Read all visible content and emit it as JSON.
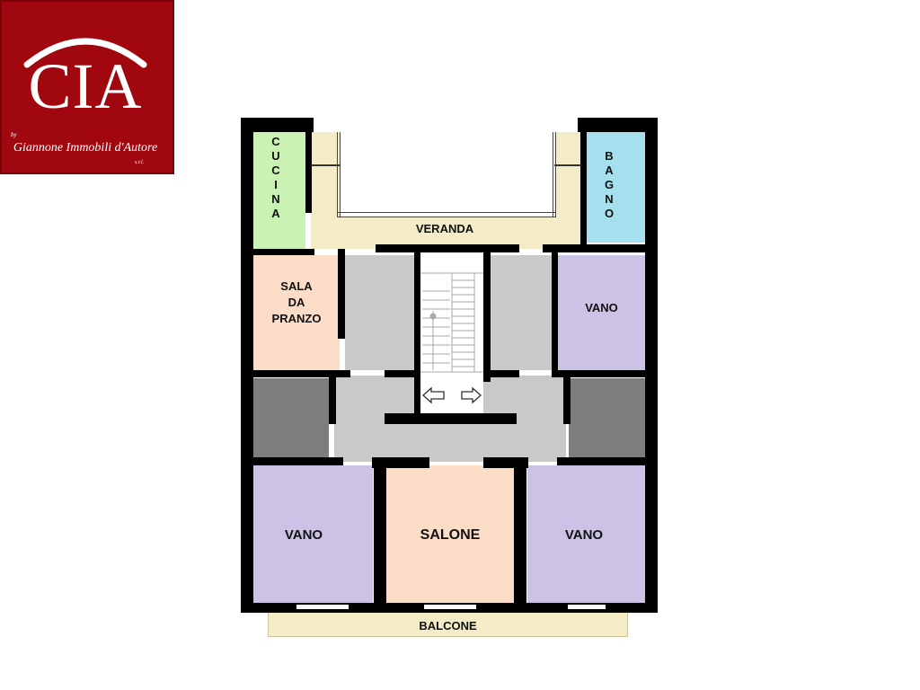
{
  "logo": {
    "title": "CIA",
    "by": "by",
    "subtitle": "Giannone Immobili d'Autore",
    "suffix": "s.r.l.",
    "colors": {
      "background": "#a0070e",
      "text": "#ffffff"
    }
  },
  "rooms": {
    "cucina": [
      "C",
      "U",
      "C",
      "I",
      "N",
      "A"
    ],
    "bagno": [
      "B",
      "A",
      "G",
      "N",
      "O"
    ],
    "veranda": "VERANDA",
    "sala_da_pranzo": [
      "SALA",
      "DA",
      "PRANZO"
    ],
    "vano_top_right": "VANO",
    "vano_bottom_left": "VANO",
    "salone": "SALONE",
    "vano_bottom_right": "VANO",
    "balcone": "BALCONE"
  },
  "colors": {
    "kitchen": "#c9f2b4",
    "bathroom": "#a6dfee",
    "veranda": "#f4ecc6",
    "dining": "#fbdcc6",
    "vano": "#cbc2e6",
    "salone": "#fbdcc6",
    "corridor": "#c9c9c9",
    "closet": "#7d7d7d",
    "stairs": "#ffffff",
    "walls": "#000000"
  }
}
